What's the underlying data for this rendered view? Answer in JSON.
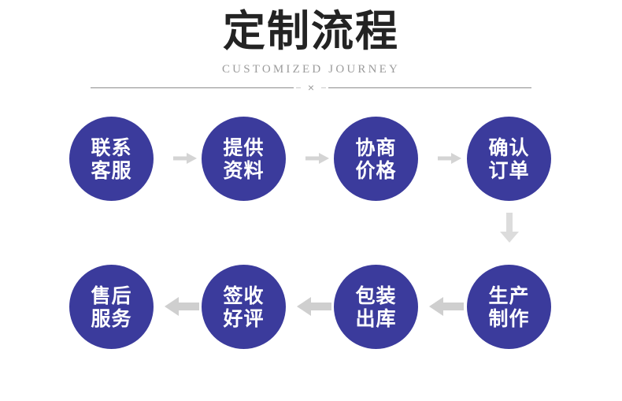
{
  "header": {
    "title": "定制流程",
    "subtitle": "CUSTOMIZED JOURNEY",
    "divider_mark": "×"
  },
  "colors": {
    "node_fill": "#3b3b9c",
    "node_text": "#ffffff",
    "title_text": "#232323",
    "subtitle_text": "#9b9b9b",
    "arrow": "#d4d4d4",
    "divider": "#8e8e8e",
    "background": "#ffffff"
  },
  "flow": {
    "rows": [
      {
        "direction": "left-to-right",
        "nodes": [
          {
            "line1": "联系",
            "line2": "客服"
          },
          {
            "line1": "提供",
            "line2": "资料"
          },
          {
            "line1": "协商",
            "line2": "价格"
          },
          {
            "line1": "确认",
            "line2": "订单"
          }
        ]
      },
      {
        "direction": "right-to-left",
        "nodes": [
          {
            "line1": "生产",
            "line2": "制作"
          },
          {
            "line1": "包装",
            "line2": "出库"
          },
          {
            "line1": "签收",
            "line2": "好评"
          },
          {
            "line1": "售后",
            "line2": "服务"
          }
        ]
      }
    ],
    "connectors": {
      "top_arrow_icon": "arrow-right-icon",
      "bottom_arrow_icon": "arrow-left-icon",
      "turn_arrow_icon": "arrow-down-icon"
    }
  }
}
